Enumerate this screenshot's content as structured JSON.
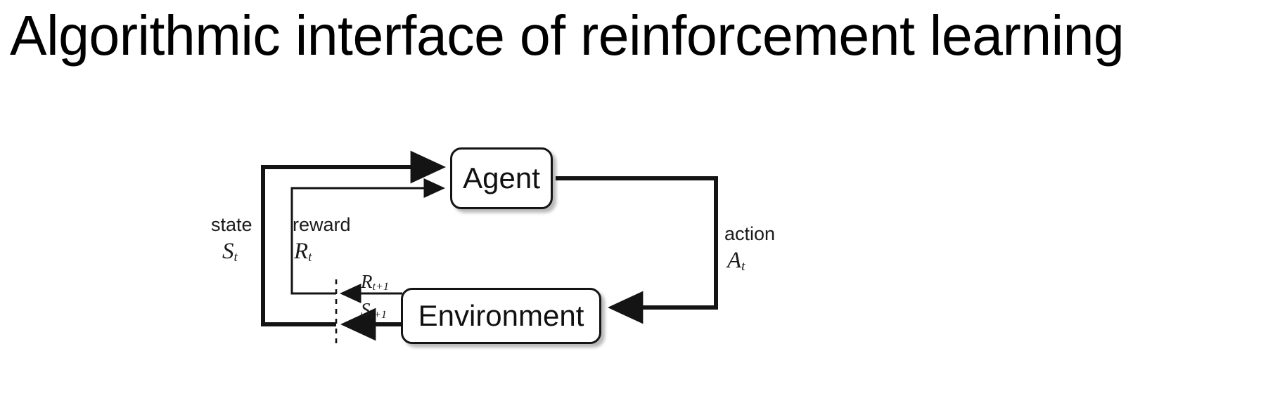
{
  "slide": {
    "title": "Algorithmic interface of reinforcement learning",
    "background_color": "#ffffff",
    "text_color": "#000000"
  },
  "diagram": {
    "type": "agent-environment-interaction-loop",
    "nodes": [
      {
        "id": "agent",
        "label": "Agent"
      },
      {
        "id": "environment",
        "label": "Environment"
      }
    ],
    "edge_labels": {
      "state": "state",
      "state_symbol": "S",
      "state_subscript": "t",
      "reward": "reward",
      "reward_symbol": "R",
      "reward_subscript": "t",
      "action": "action",
      "action_symbol": "A",
      "action_subscript": "t",
      "reward_next_symbol": "R",
      "reward_next_subscript": "t+1",
      "state_next_symbol": "S",
      "state_next_subscript": "t+1"
    },
    "stroke_color": "#141414",
    "thick_stroke_width": 6,
    "thin_stroke_width": 3,
    "dashed_divider": true
  }
}
